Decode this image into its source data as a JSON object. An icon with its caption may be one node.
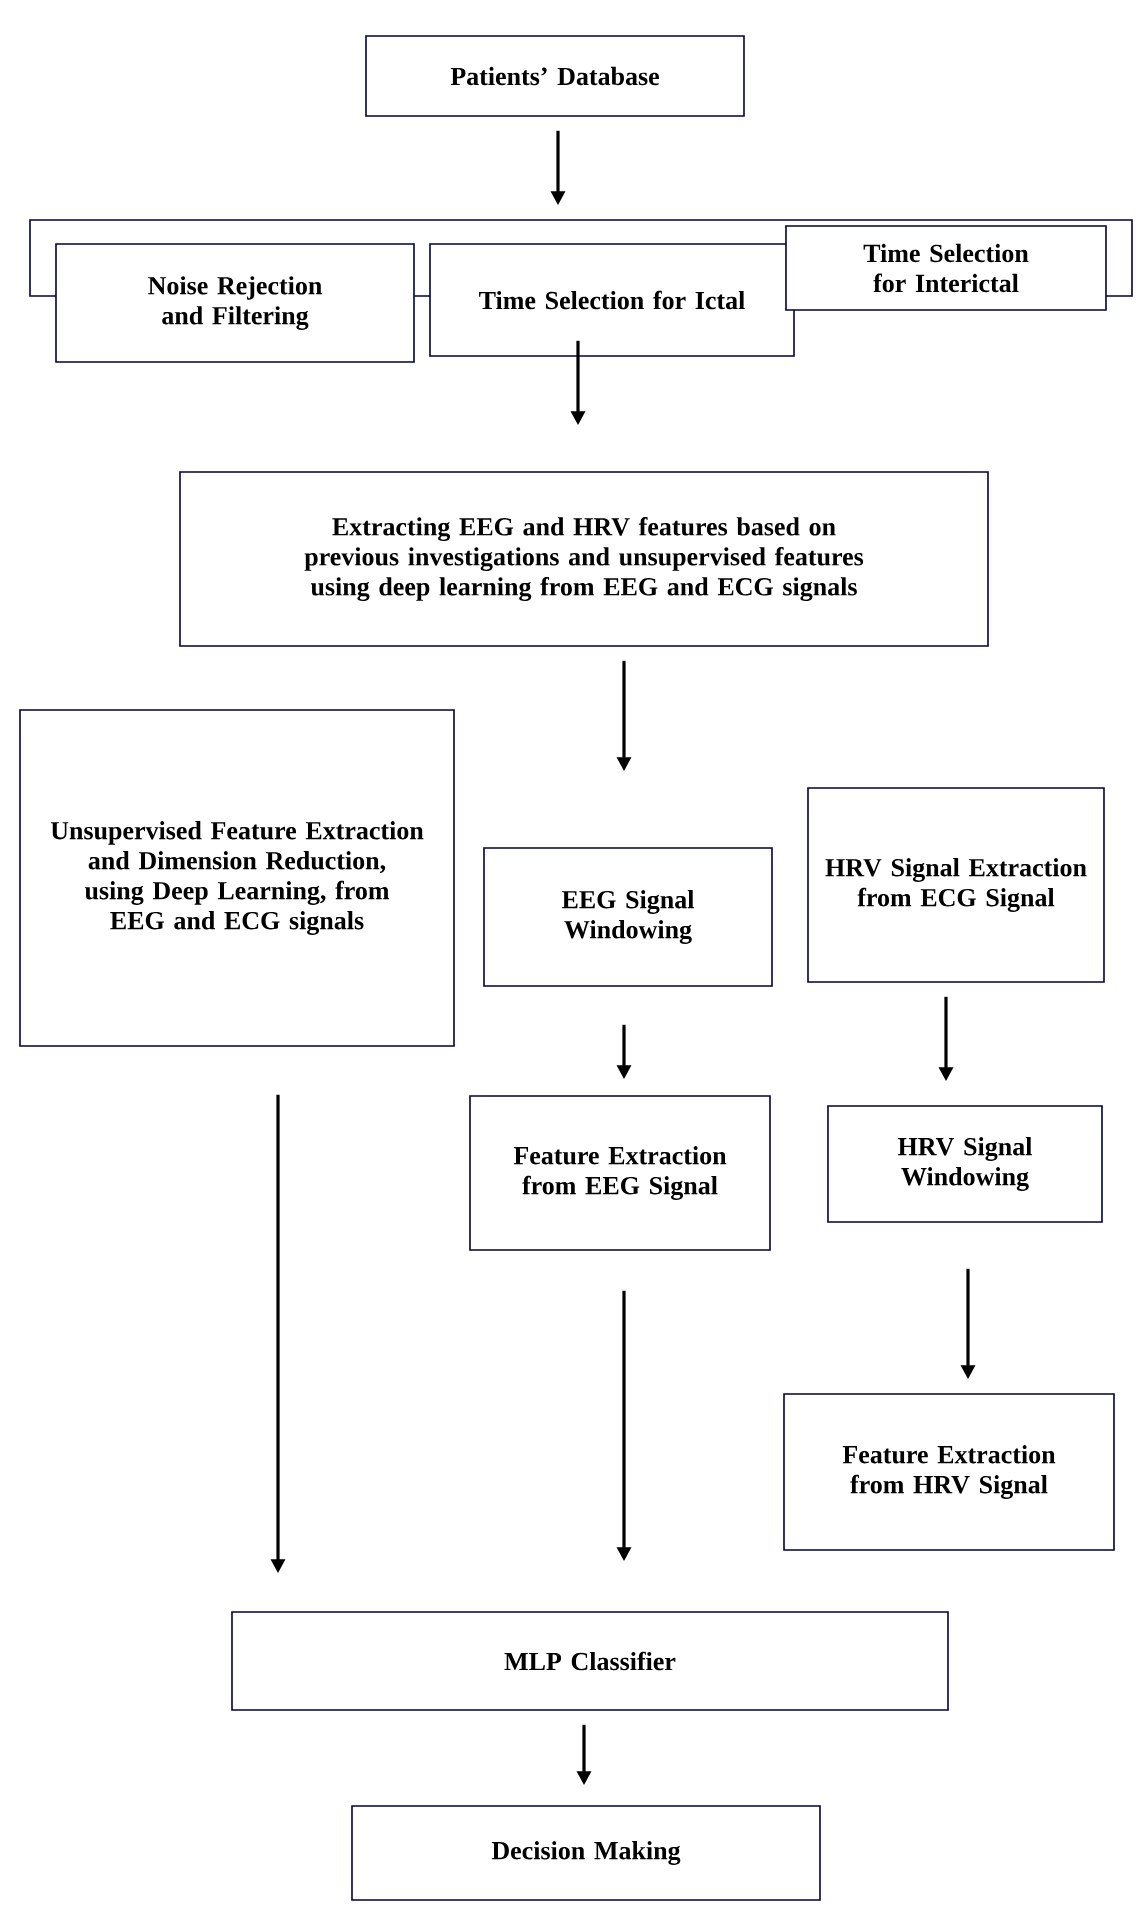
{
  "diagram": {
    "nodes": [
      {
        "text": [
          "Patients’ Database"
        ]
      },
      {
        "text": [],
        "shape": "box"
      },
      {
        "text": [
          "Noise Rejection and Filtering"
        ]
      },
      {
        "text": [
          "Time Selection for Ictal"
        ]
      },
      {
        "text": [
          "Time Selection for Interictal"
        ]
      },
      {
        "text": [
          "Extracting EEG and HRV features based on previous investigations and unsupervised features using deep learning from EEG and ECG signals"
        ]
      },
      {
        "text": [
          "Unsupervised Feature Extraction and Dimension Reduction, using Deep Learning, from EEG and ECG signals"
        ]
      },
      {
        "text": [
          "EEG Signal Windowing"
        ]
      },
      {
        "text": [
          "HRV Signal Extraction from ECG Signal"
        ]
      },
      {
        "text": [
          "Feature Extraction from EEG Signal"
        ]
      },
      {
        "text": [
          "HRV Signal Windowing"
        ]
      },
      {
        "text": [
          "Feature Extraction from HRV Signal"
        ]
      },
      {
        "text": [
          "MLP Classifier"
        ]
      },
      {
        "text": [
          "Decision Making"
        ]
      }
    ],
    "edges": [
      {
        "from": 0,
        "to": 1,
        "arrow": "to"
      },
      {
        "from": 3,
        "to": 5,
        "arrow": "to"
      },
      {
        "from": 5,
        "to": 7,
        "arrow": "to"
      },
      {
        "from": 6,
        "to": 12,
        "arrow": "to"
      },
      {
        "from": 7,
        "to": 9,
        "arrow": "to"
      },
      {
        "from": 8,
        "to": 10,
        "arrow": "to"
      },
      {
        "from": 10,
        "to": 11,
        "arrow": "to"
      },
      {
        "from": 9,
        "to": 12,
        "arrow": "to"
      },
      {
        "from": 12,
        "to": 13,
        "arrow": "to"
      }
    ]
  }
}
